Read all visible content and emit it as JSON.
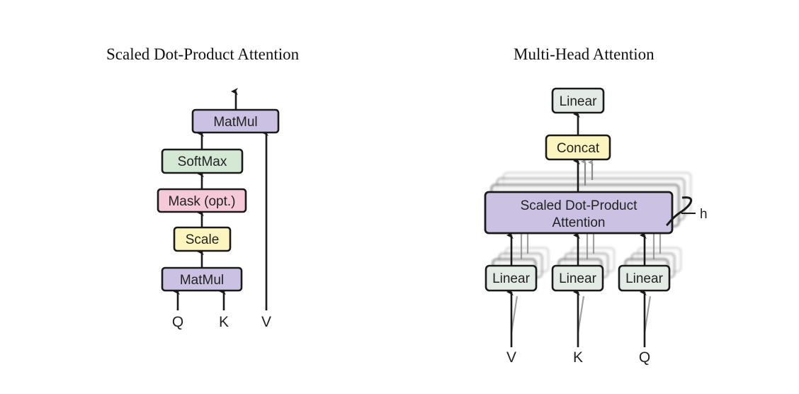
{
  "left": {
    "title": "Scaled Dot-Product Attention",
    "blocks": {
      "matmul_top": "MatMul",
      "softmax": "SoftMax",
      "mask": "Mask (opt.)",
      "scale": "Scale",
      "matmul_bottom": "MatMul"
    },
    "inputs": {
      "q": "Q",
      "k": "K",
      "v": "V"
    }
  },
  "right": {
    "title": "Multi-Head Attention",
    "blocks": {
      "linear_top": "Linear",
      "concat": "Concat",
      "attention_line1": "Scaled Dot-Product",
      "attention_line2": "Attention",
      "linear_v": "Linear",
      "linear_k": "Linear",
      "linear_q": "Linear"
    },
    "heads_label": "h",
    "inputs": {
      "v": "V",
      "k": "K",
      "q": "Q"
    }
  },
  "colors": {
    "matmul": "#cbc2e3",
    "softmax": "#d5e8d4",
    "mask": "#f5c9d8",
    "scale": "#fdf5bf",
    "linear": "#e4ebe7",
    "concat": "#fdf5bf",
    "attention": "#cbc2e3",
    "border": "#1a1a1a"
  }
}
